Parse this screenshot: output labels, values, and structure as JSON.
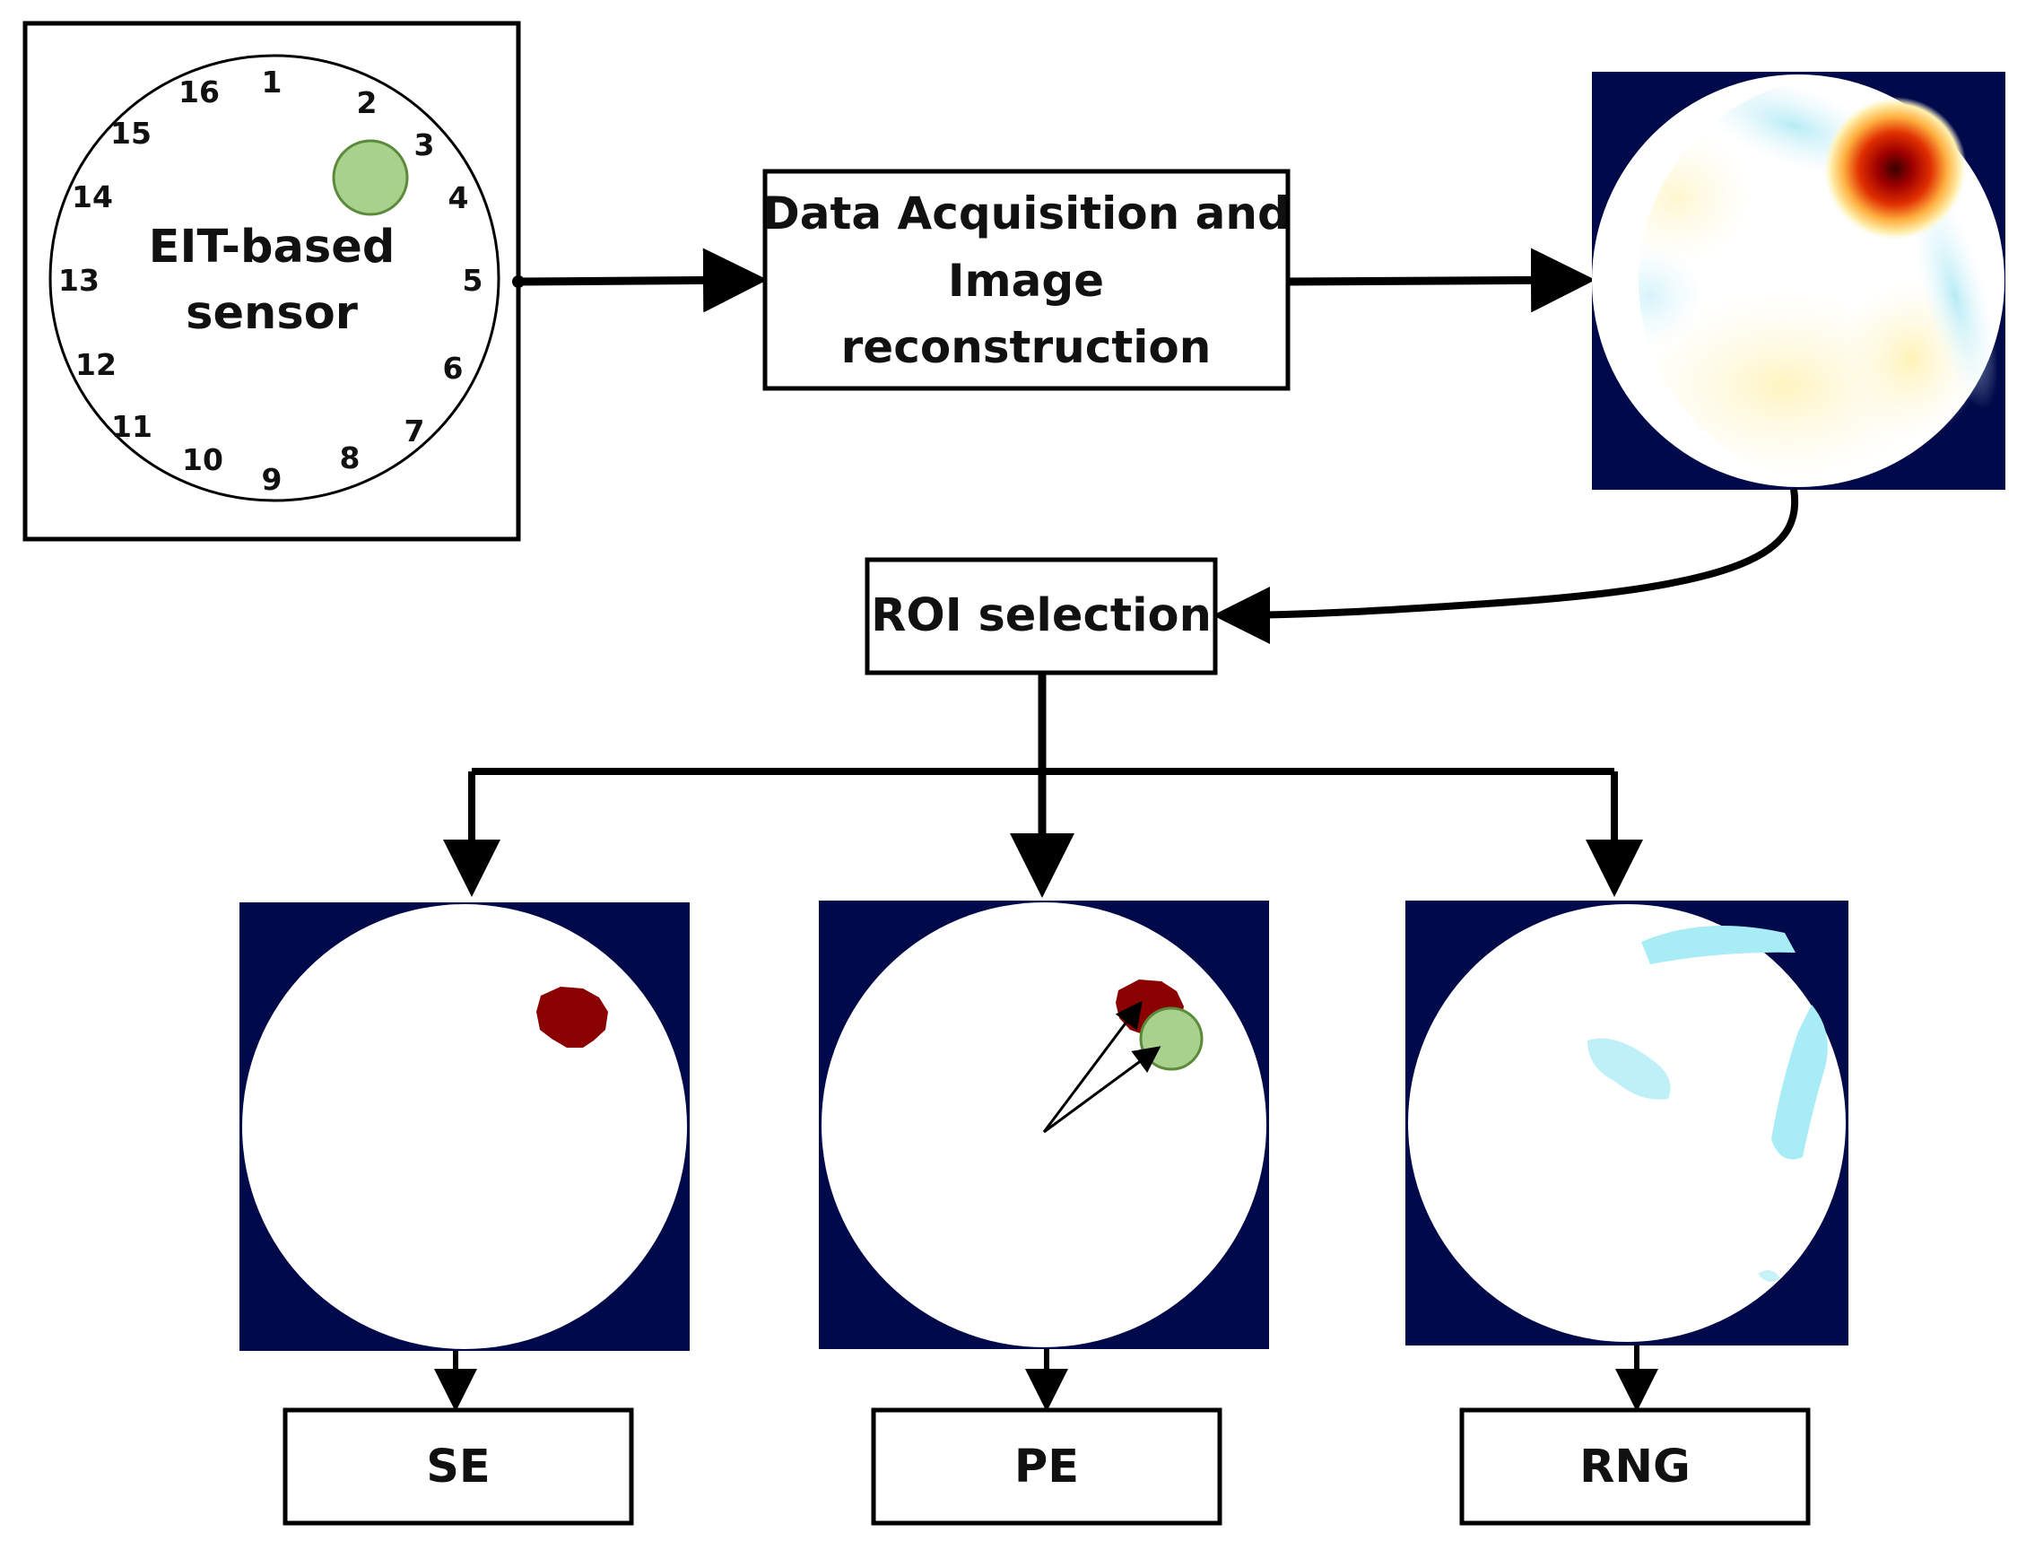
{
  "sensor": {
    "label_line1": "EIT-based",
    "label_line2": "sensor",
    "electrodes": [
      "1",
      "2",
      "3",
      "4",
      "5",
      "6",
      "7",
      "8",
      "9",
      "10",
      "11",
      "12",
      "13",
      "14",
      "15",
      "16"
    ]
  },
  "steps": {
    "acquisition_line1": "Data Acquisition and",
    "acquisition_line2": "Image",
    "acquisition_line3": "reconstruction",
    "roi": "ROI selection"
  },
  "outputs": {
    "se": "SE",
    "pe": "PE",
    "rng": "RNG"
  },
  "colors": {
    "background_navy": "#000a4a",
    "target_green": "#a9d18e",
    "target_outline": "#5a8a3a",
    "hot_red": "#8b0000",
    "cold_cyan": "#a8ecf5"
  }
}
